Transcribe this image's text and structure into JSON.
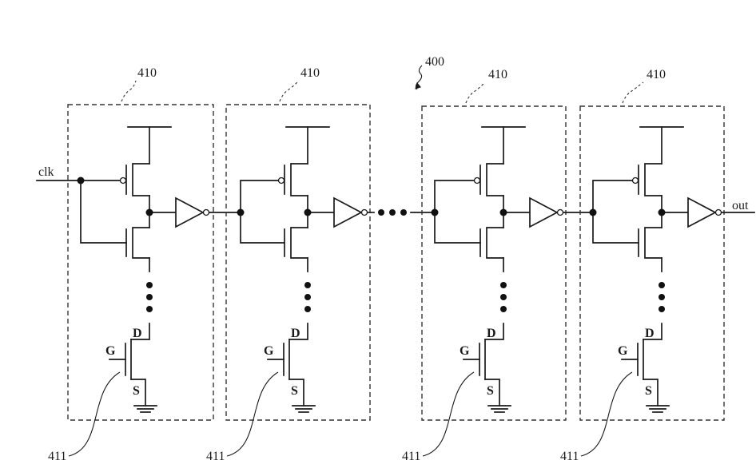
{
  "figure": {
    "ref_label": "400",
    "input_label": "clk",
    "output_label": "out",
    "stages": [
      {
        "ref": "410",
        "transistor_ref": "411",
        "gate_label": "G",
        "drain_label": "D",
        "source_label": "S"
      },
      {
        "ref": "410",
        "transistor_ref": "411",
        "gate_label": "G",
        "drain_label": "D",
        "source_label": "S"
      },
      {
        "ref": "410",
        "transistor_ref": "411",
        "gate_label": "G",
        "drain_label": "D",
        "source_label": "S"
      },
      {
        "ref": "410",
        "transistor_ref": "411",
        "gate_label": "G",
        "drain_label": "D",
        "source_label": "S"
      }
    ]
  }
}
